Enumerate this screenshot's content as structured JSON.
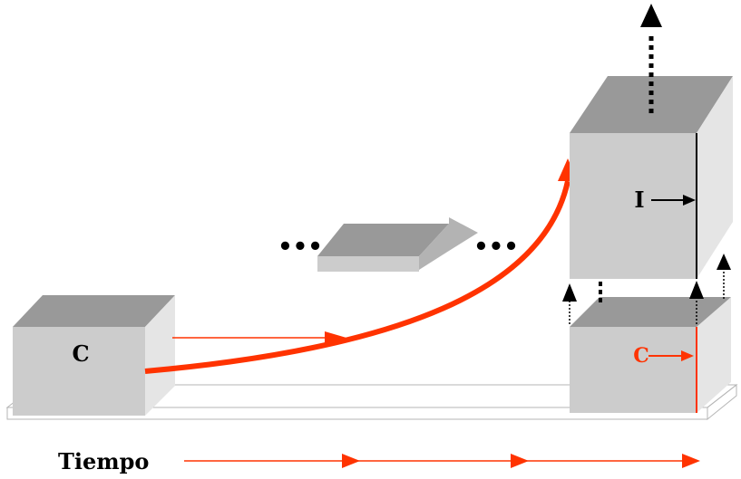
{
  "diagram": {
    "block_left_label": "C",
    "block_right_bottom_label": "C",
    "block_right_top_label": "I",
    "ellipsis_left": "•••",
    "ellipsis_right": "•••",
    "time_label": "Tiempo"
  },
  "colors": {
    "accent_red": "#ff3300",
    "face_front": "#cccccc",
    "face_top": "#999999",
    "face_side": "#e5e5e5",
    "ink": "#000000"
  }
}
